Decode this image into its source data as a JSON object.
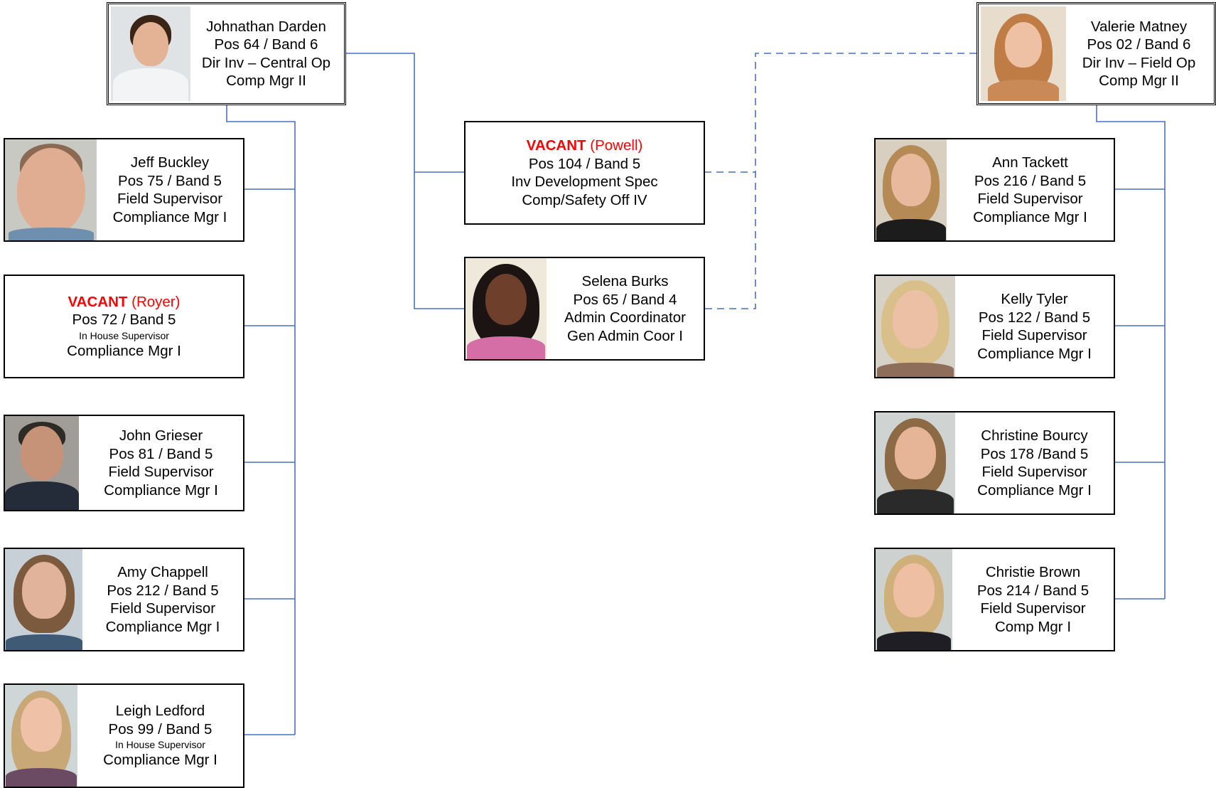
{
  "colors": {
    "connector": "#4472c4",
    "vacant": "#ff0000"
  },
  "managers": {
    "darden": {
      "name": "Johnathan Darden",
      "pos": "Pos 64 / Band 6",
      "title": "Dir Inv – Central Op",
      "grade": "Comp Mgr II",
      "photo": "portrait-photo-man-suit"
    },
    "matney": {
      "name": "Valerie Matney",
      "pos": "Pos 02 / Band 6",
      "title": "Dir Inv – Field Op",
      "grade": "Comp Mgr II",
      "photo": "portrait-photo-woman-red-hair"
    }
  },
  "center": {
    "vacant_powell": {
      "vacant": "VACANT",
      "note": "(Powell)",
      "pos": "Pos 104 / Band 5",
      "title": "Inv Development Spec",
      "grade": "Comp/Safety Off IV"
    },
    "burks": {
      "name": "Selena Burks",
      "pos": "Pos 65 / Band 4",
      "title": "Admin Coordinator",
      "grade": "Gen Admin Coor I",
      "photo": "portrait-photo-woman"
    }
  },
  "left": {
    "buckley": {
      "name": "Jeff Buckley",
      "pos": "Pos 75 / Band 5",
      "title": "Field Supervisor",
      "grade": "Compliance Mgr I",
      "photo": "portrait-photo-man"
    },
    "vacant_royer": {
      "vacant": "VACANT",
      "note": "(Royer)",
      "pos": "Pos 72 / Band 5",
      "title": "In House Supervisor",
      "grade": "Compliance Mgr I"
    },
    "grieser": {
      "name": "John Grieser",
      "pos": "Pos 81 / Band 5",
      "title": "Field Supervisor",
      "grade": "Compliance Mgr I",
      "photo": "portrait-photo-man"
    },
    "chappell": {
      "name": "Amy Chappell",
      "pos": "Pos 212 / Band 5",
      "title": "Field Supervisor",
      "grade": "Compliance Mgr I",
      "photo": "portrait-photo-woman"
    },
    "ledford": {
      "name": "Leigh Ledford",
      "pos": "Pos 99 / Band 5",
      "title": "In House Supervisor",
      "grade": "Compliance Mgr I",
      "photo": "portrait-photo-woman"
    }
  },
  "right": {
    "tackett": {
      "name": "Ann Tackett",
      "pos": "Pos 216 / Band 5",
      "title": "Field Supervisor",
      "grade": "Compliance Mgr I",
      "photo": "portrait-photo-woman"
    },
    "tyler": {
      "name": "Kelly Tyler",
      "pos": "Pos 122 / Band 5",
      "title": "Field Supervisor",
      "grade": "Compliance Mgr I",
      "photo": "portrait-photo-woman"
    },
    "bourcy": {
      "name": "Christine Bourcy",
      "pos": "Pos 178 /Band 5",
      "title": "Field Supervisor",
      "grade": "Compliance Mgr I",
      "photo": "portrait-photo-woman"
    },
    "brown": {
      "name": "Christie Brown",
      "pos": "Pos 214 / Band 5",
      "title": "Field Supervisor",
      "grade": "Comp Mgr I",
      "photo": "portrait-photo-woman"
    }
  }
}
